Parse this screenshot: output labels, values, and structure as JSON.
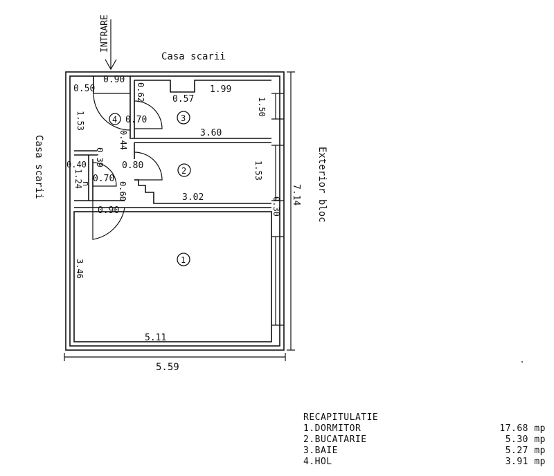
{
  "labels": {
    "entrance": "INTRARE",
    "stairwell_top": "Casa scarii",
    "stairwell_left": "Casa scarii",
    "exterior": "Exterior bloc"
  },
  "dimensions": {
    "entry_door": "0.90",
    "top_left_wall": "0.50",
    "bath_wall": "0.62",
    "bath_step": "0.57",
    "bath_width": "1.99",
    "bath_height": "1.50",
    "bath_length": "3.60",
    "hall_height": "1.53",
    "hall_door": "0.70",
    "hall_wall": "0.44",
    "side_wall": "0.39",
    "niche_width": "0.40",
    "niche_height": "1.24",
    "niche_door": "0.70",
    "kitchen_door": "0.80",
    "kitchen_wall": "0.60",
    "kitchen_height": "1.53",
    "kitchen_length": "3.02",
    "partition": "0.30",
    "total_height": "7.14",
    "bedroom_door": "0.90",
    "bedroom_height": "3.46",
    "bedroom_width": "5.11",
    "total_width": "5.59",
    "niche_small": "n"
  },
  "room_numbers": [
    "1",
    "2",
    "3",
    "4"
  ],
  "recap": {
    "title": "RECAPITULATIE",
    "rows": [
      {
        "name": "1.DORMITOR",
        "value": "17.68",
        "unit": "mp"
      },
      {
        "name": "2.BUCATARIE",
        "value": "5.30",
        "unit": "mp"
      },
      {
        "name": "3.BAIE",
        "value": "5.27",
        "unit": "mp"
      },
      {
        "name": "4.HOL",
        "value": "3.91",
        "unit": "mp"
      }
    ]
  }
}
